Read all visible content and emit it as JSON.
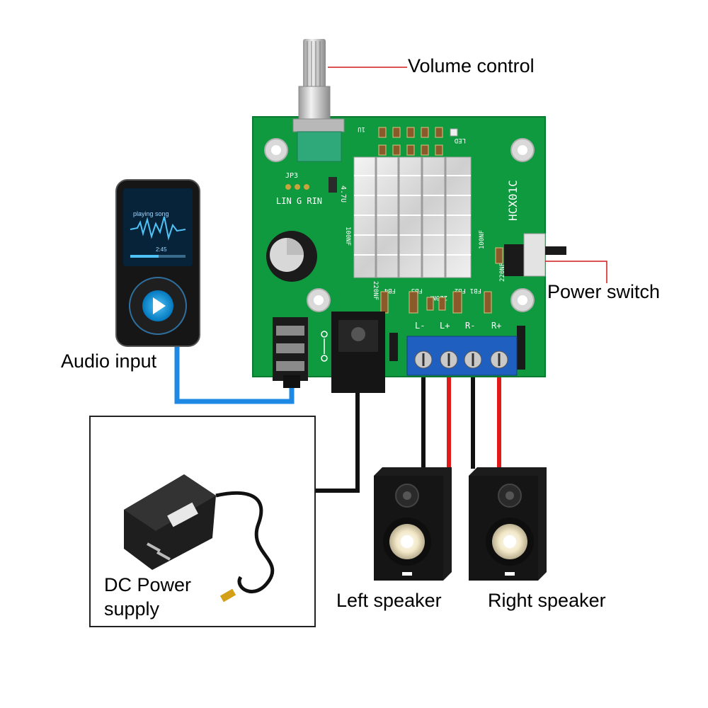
{
  "labels": {
    "volume_control": "Volume control",
    "power_switch": "Power switch",
    "audio_input": "Audio input",
    "dc_power_supply_line1": "DC Power",
    "dc_power_supply_line2": "supply",
    "left_speaker": "Left speaker",
    "right_speaker": "Right speaker"
  },
  "board_silkscreen": {
    "model": "HCX01C",
    "jp3": "JP3",
    "input_pins": "LIN G RIN",
    "led": "LED",
    "c_1u": "1U",
    "c_4u7": "4.7U",
    "c_100nf_left": "100NF",
    "c_100nf_right": "100NF",
    "c_220nf_left": "220NF",
    "c_220nf_mid": "220NF",
    "c_220nf_right": "220NF",
    "fb1": "FB1",
    "fb2": "FB2",
    "fb3": "FB3",
    "fb4": "FB4",
    "terminal_l_minus": "L-",
    "terminal_l_plus": "L+",
    "terminal_r_minus": "R-",
    "terminal_r_plus": "R+"
  },
  "player_screen": {
    "song": "playing song",
    "time": "2:45"
  },
  "colors": {
    "pcb": "#0f9a3f",
    "audio_cable": "#1e88e5",
    "wire_red": "#e11919",
    "wire_black": "#111111",
    "callout_line": "#d11a1a",
    "terminal_blue": "#1f5fbf"
  }
}
